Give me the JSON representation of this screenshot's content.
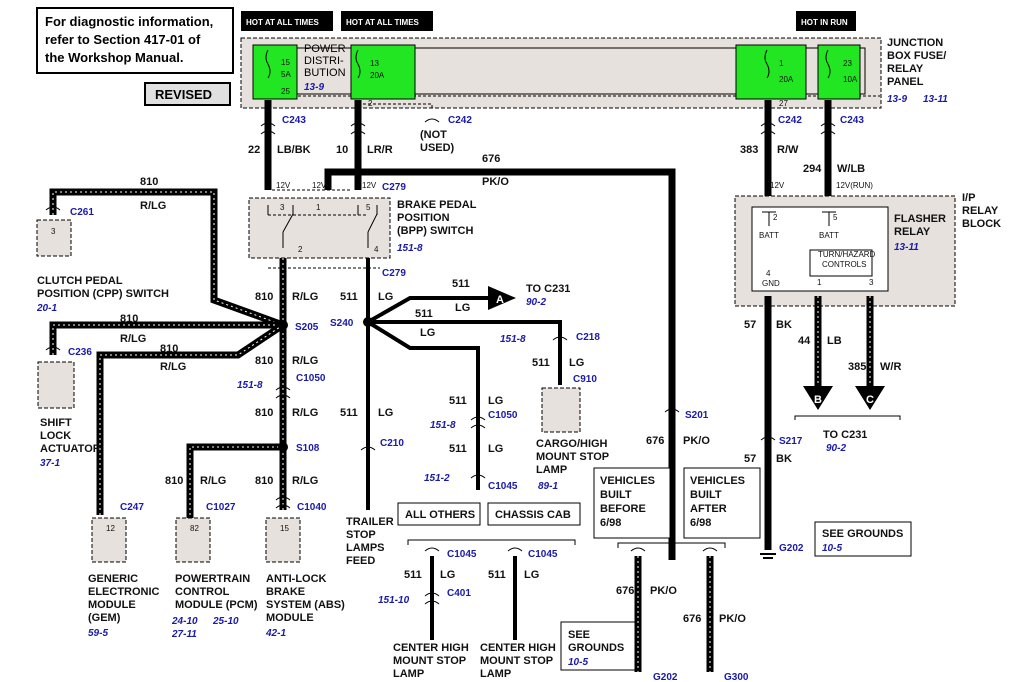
{
  "notice": {
    "line1": "For diagnostic information,",
    "line2": "refer to Section 417-01 of",
    "line3": "the Workshop Manual."
  },
  "revised": "REVISED",
  "hot": {
    "always1": "HOT AT ALL TIMES",
    "always2": "HOT AT ALL TIMES",
    "run": "HOT IN RUN"
  },
  "fuses": [
    {
      "num": "15",
      "amp": "5A",
      "pin": "25"
    },
    {
      "num": "13",
      "amp": "20A",
      "pin": "2"
    },
    {
      "num": "1",
      "amp": "20A",
      "pin": "27"
    },
    {
      "num": "23",
      "amp": "10A",
      "pin": ""
    }
  ],
  "pdist": {
    "l1": "POWER",
    "l2": "DISTRI-",
    "l3": "BUTION",
    "ref": "13-9"
  },
  "jbox": {
    "l1": "JUNCTION",
    "l2": "BOX FUSE/",
    "l3": "RELAY",
    "l4": "PANEL",
    "ref1": "13-9",
    "ref2": "13-11"
  },
  "connectors": {
    "c243a": "C243",
    "c242a": "C242",
    "not_used1": "(NOT",
    "not_used2": "USED)",
    "c242b": "C242",
    "c243b": "C243",
    "c261": "C261",
    "c279a": "C279",
    "c279b": "C279",
    "s205": "S205",
    "s240": "S240",
    "c236": "C236",
    "c1050a": "C1050",
    "s108": "S108",
    "c247": "C247",
    "c1027": "C1027",
    "c1040": "C1040",
    "c210": "C210",
    "c218": "C218",
    "c910": "C910",
    "c1050b": "C1050",
    "c1045a": "C1045",
    "c1045b": "C1045",
    "c1045c": "C1045",
    "c401": "C401",
    "s201": "S201",
    "s217": "S217",
    "g202a": "G202",
    "g202b": "G202",
    "g300": "G300"
  },
  "wires": {
    "w22": "22",
    "w22c": "LB/BK",
    "w10": "10",
    "w10c": "LR/R",
    "w676": "676",
    "w676c": "PK/O",
    "w383": "383",
    "w383c": "R/W",
    "w294": "294",
    "w294c": "W/LB",
    "w810": "810",
    "w810c": "R/LG",
    "w511": "511",
    "w511c": "LG",
    "w57": "57",
    "w57c": "BK",
    "w44": "44",
    "w44c": "LB",
    "w385": "385",
    "w385c": "W/R"
  },
  "bpp": {
    "l1": "BRAKE PEDAL",
    "l2": "POSITION",
    "l3": "(BPP) SWITCH",
    "ref": "151-8"
  },
  "flasher": {
    "l1": "FLASHER",
    "l2": "RELAY",
    "ref": "13-11",
    "batt": "BATT",
    "thc1": "TURN/HAZARD",
    "thc2": "CONTROLS",
    "gnd": "GND"
  },
  "ip": {
    "l1": "I/P",
    "l2": "RELAY",
    "l3": "BLOCK"
  },
  "volt": {
    "v12": "12V",
    "v12run": "12V(RUN)"
  },
  "cpp": {
    "l1": "CLUTCH PEDAL",
    "l2": "POSITION (CPP) SWITCH",
    "ref": "20-1"
  },
  "shift": {
    "l1": "SHIFT",
    "l2": "LOCK",
    "l3": "ACTUATOR",
    "ref": "37-1"
  },
  "gem": {
    "l1": "GENERIC",
    "l2": "ELECTRONIC",
    "l3": "MODULE",
    "l4": "(GEM)",
    "ref": "59-5"
  },
  "pcm": {
    "l1": "POWERTRAIN",
    "l2": "CONTROL",
    "l3": "MODULE (PCM)",
    "ref1": "24-10",
    "ref2": "25-10",
    "ref3": "27-11"
  },
  "abs": {
    "l1": "ANTI-LOCK",
    "l2": "BRAKE",
    "l3": "SYSTEM (ABS)",
    "l4": "MODULE",
    "ref": "42-1"
  },
  "trailer": {
    "l1": "TRAILER",
    "l2": "STOP",
    "l3": "LAMPS",
    "l4": "FEED"
  },
  "to_c231_a": {
    "label": "TO C231",
    "ref": "90-2",
    "letter": "A"
  },
  "cargo": {
    "l1": "CARGO/HIGH",
    "l2": "MOUNT STOP",
    "l3": "LAMP",
    "ref": "89-1"
  },
  "chml": {
    "l1": "CENTER HIGH",
    "l2": "MOUNT STOP",
    "l3": "LAMP"
  },
  "variants": {
    "all_others": "ALL OTHERS",
    "chassis_cab": "CHASSIS CAB"
  },
  "vb_before": {
    "l1": "VEHICLES",
    "l2": "BUILT",
    "l3": "BEFORE",
    "l4": "6/98"
  },
  "vb_after": {
    "l1": "VEHICLES",
    "l2": "BUILT",
    "l3": "AFTER",
    "l4": "6/98"
  },
  "to_c231_bc": {
    "label": "TO C231",
    "ref": "90-2",
    "b": "B",
    "c": "C"
  },
  "see_grounds": {
    "label": "SEE GROUNDS",
    "ref": "10-5",
    "l1": "SEE",
    "l2": "GROUNDS"
  },
  "refs": {
    "r151_8": "151-8",
    "r151_2": "151-2",
    "r151_10": "151-10"
  },
  "pins": {
    "p1": "1",
    "p2": "2",
    "p3": "3",
    "p4": "4",
    "p5": "5",
    "p12": "12",
    "p82": "82",
    "p15": "15"
  }
}
